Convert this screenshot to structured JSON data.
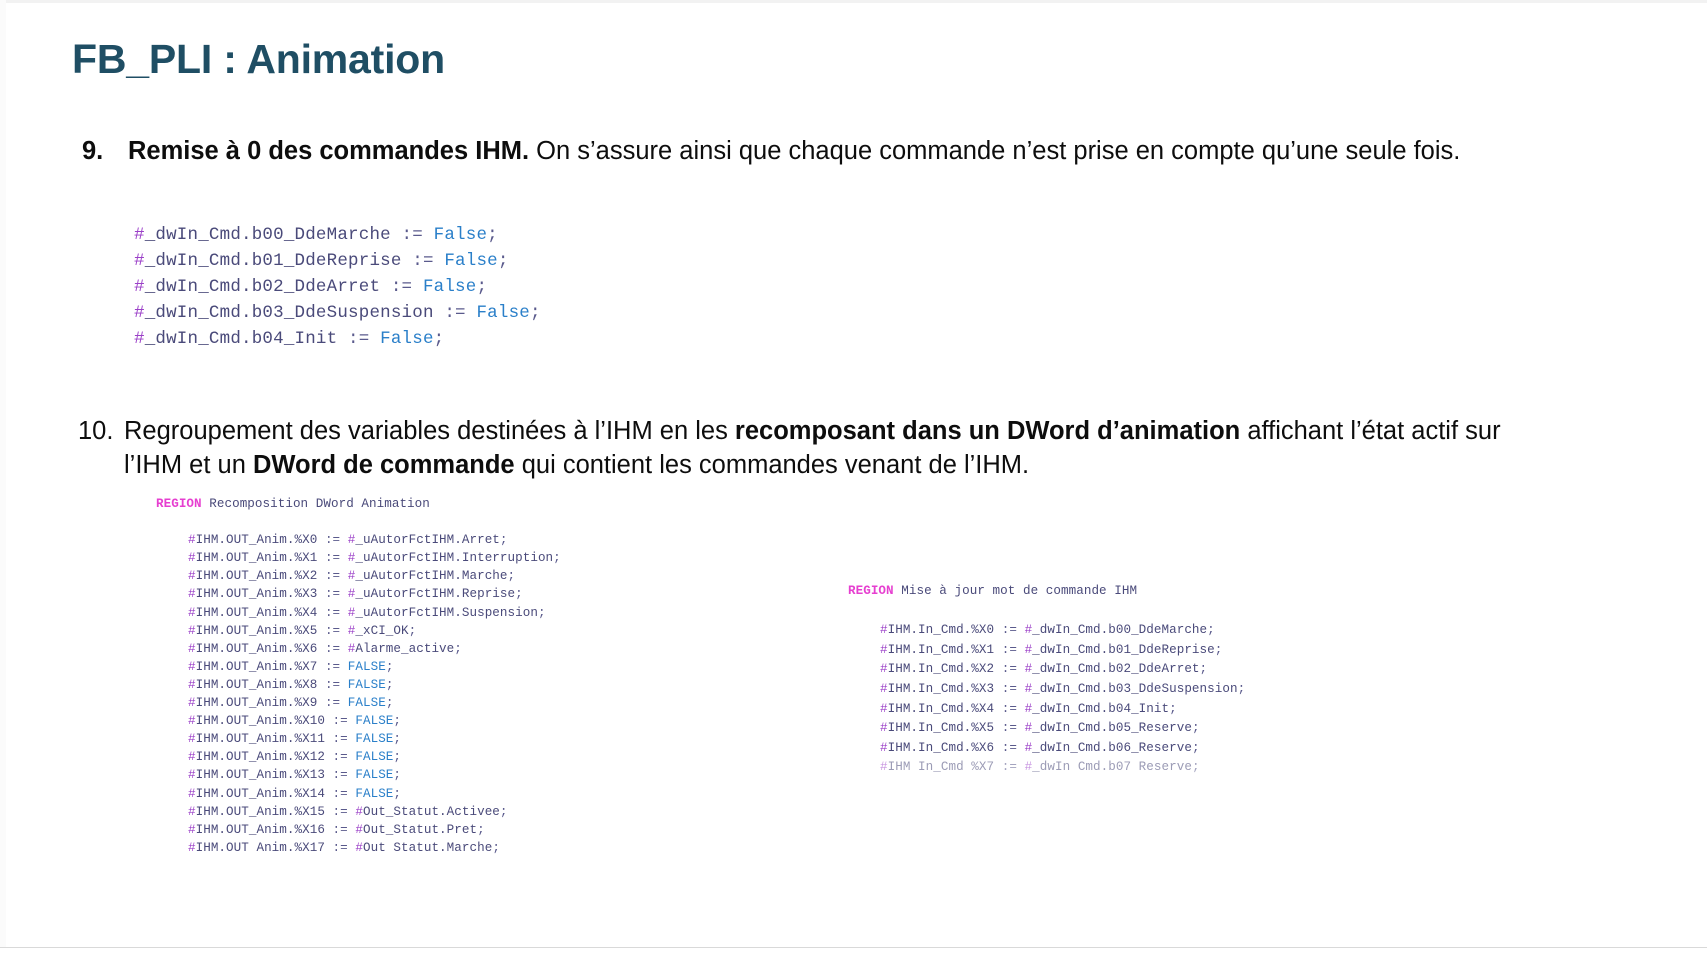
{
  "slide": {
    "title": "FB_PLI : Animation"
  },
  "items": [
    {
      "number": "9.",
      "bold_lead": "Remise à 0 des commandes IHM.",
      "rest": " On s’assure ainsi que chaque commande n’est prise en compte qu’une seule fois."
    },
    {
      "number": "10.",
      "part1": "Regroupement des variables destinées à l’IHM en les ",
      "bold1": "recomposant dans un DWord d’animation",
      "part2": " affichant l’état actif sur l’IHM et un ",
      "bold2": "DWord de commande",
      "part3": " qui contient les commandes venant de l’IHM."
    }
  ],
  "code_reset": {
    "name": "remise-a-zero-code",
    "lines": [
      [
        {
          "t": "hash",
          "s": "#"
        },
        {
          "t": "var",
          "s": "_dwIn_Cmd.b00_DdeMarche "
        },
        {
          "t": "op",
          "s": ":= "
        },
        {
          "t": "bool",
          "s": "False"
        },
        {
          "t": "op",
          "s": ";"
        }
      ],
      [
        {
          "t": "hash",
          "s": "#"
        },
        {
          "t": "var",
          "s": "_dwIn_Cmd.b01_DdeReprise "
        },
        {
          "t": "op",
          "s": ":= "
        },
        {
          "t": "bool",
          "s": "False"
        },
        {
          "t": "op",
          "s": ";"
        }
      ],
      [
        {
          "t": "hash",
          "s": "#"
        },
        {
          "t": "var",
          "s": "_dwIn_Cmd.b02_DdeArret "
        },
        {
          "t": "op",
          "s": ":= "
        },
        {
          "t": "bool",
          "s": "False"
        },
        {
          "t": "op",
          "s": ";"
        }
      ],
      [
        {
          "t": "hash",
          "s": "#"
        },
        {
          "t": "var",
          "s": "_dwIn_Cmd.b03_DdeSuspension "
        },
        {
          "t": "op",
          "s": ":= "
        },
        {
          "t": "bool",
          "s": "False"
        },
        {
          "t": "op",
          "s": ";"
        }
      ],
      [
        {
          "t": "hash",
          "s": "#"
        },
        {
          "t": "var",
          "s": "_dwIn_Cmd.b04_Init "
        },
        {
          "t": "op",
          "s": ":= "
        },
        {
          "t": "bool",
          "s": "False"
        },
        {
          "t": "op",
          "s": ";"
        }
      ]
    ]
  },
  "code_anim": {
    "name": "recomposition-dword-animation-code",
    "region_keyword": "REGION",
    "region_label": " Recomposition DWord Animation",
    "lines": [
      [
        {
          "t": "hash",
          "s": "#"
        },
        {
          "t": "var",
          "s": "IHM.OUT_Anim.%X0 "
        },
        {
          "t": "op",
          "s": ":= "
        },
        {
          "t": "hash",
          "s": "#"
        },
        {
          "t": "var",
          "s": "_uAutorFctIHM.Arret"
        },
        {
          "t": "op",
          "s": ";"
        }
      ],
      [
        {
          "t": "hash",
          "s": "#"
        },
        {
          "t": "var",
          "s": "IHM.OUT_Anim.%X1 "
        },
        {
          "t": "op",
          "s": ":= "
        },
        {
          "t": "hash",
          "s": "#"
        },
        {
          "t": "var",
          "s": "_uAutorFctIHM.Interruption"
        },
        {
          "t": "op",
          "s": ";"
        }
      ],
      [
        {
          "t": "hash",
          "s": "#"
        },
        {
          "t": "var",
          "s": "IHM.OUT_Anim.%X2 "
        },
        {
          "t": "op",
          "s": ":= "
        },
        {
          "t": "hash",
          "s": "#"
        },
        {
          "t": "var",
          "s": "_uAutorFctIHM.Marche"
        },
        {
          "t": "op",
          "s": ";"
        }
      ],
      [
        {
          "t": "hash",
          "s": "#"
        },
        {
          "t": "var",
          "s": "IHM.OUT_Anim.%X3 "
        },
        {
          "t": "op",
          "s": ":= "
        },
        {
          "t": "hash",
          "s": "#"
        },
        {
          "t": "var",
          "s": "_uAutorFctIHM.Reprise"
        },
        {
          "t": "op",
          "s": ";"
        }
      ],
      [
        {
          "t": "hash",
          "s": "#"
        },
        {
          "t": "var",
          "s": "IHM.OUT_Anim.%X4 "
        },
        {
          "t": "op",
          "s": ":= "
        },
        {
          "t": "hash",
          "s": "#"
        },
        {
          "t": "var",
          "s": "_uAutorFctIHM.Suspension"
        },
        {
          "t": "op",
          "s": ";"
        }
      ],
      [
        {
          "t": "hash",
          "s": "#"
        },
        {
          "t": "var",
          "s": "IHM.OUT_Anim.%X5 "
        },
        {
          "t": "op",
          "s": ":= "
        },
        {
          "t": "hash",
          "s": "#"
        },
        {
          "t": "var",
          "s": "_xCI_OK"
        },
        {
          "t": "op",
          "s": ";"
        }
      ],
      [
        {
          "t": "hash",
          "s": "#"
        },
        {
          "t": "var",
          "s": "IHM.OUT_Anim.%X6 "
        },
        {
          "t": "op",
          "s": ":= "
        },
        {
          "t": "hash",
          "s": "#"
        },
        {
          "t": "var",
          "s": "Alarme_active"
        },
        {
          "t": "op",
          "s": ";"
        }
      ],
      [
        {
          "t": "hash",
          "s": "#"
        },
        {
          "t": "var",
          "s": "IHM.OUT_Anim.%X7 "
        },
        {
          "t": "op",
          "s": ":= "
        },
        {
          "t": "bool",
          "s": "FALSE"
        },
        {
          "t": "op",
          "s": ";"
        }
      ],
      [
        {
          "t": "hash",
          "s": "#"
        },
        {
          "t": "var",
          "s": "IHM.OUT_Anim.%X8 "
        },
        {
          "t": "op",
          "s": ":= "
        },
        {
          "t": "bool",
          "s": "FALSE"
        },
        {
          "t": "op",
          "s": ";"
        }
      ],
      [
        {
          "t": "hash",
          "s": "#"
        },
        {
          "t": "var",
          "s": "IHM.OUT_Anim.%X9 "
        },
        {
          "t": "op",
          "s": ":= "
        },
        {
          "t": "bool",
          "s": "FALSE"
        },
        {
          "t": "op",
          "s": ";"
        }
      ],
      [
        {
          "t": "hash",
          "s": "#"
        },
        {
          "t": "var",
          "s": "IHM.OUT_Anim.%X10 "
        },
        {
          "t": "op",
          "s": ":= "
        },
        {
          "t": "bool",
          "s": "FALSE"
        },
        {
          "t": "op",
          "s": ";"
        }
      ],
      [
        {
          "t": "hash",
          "s": "#"
        },
        {
          "t": "var",
          "s": "IHM.OUT_Anim.%X11 "
        },
        {
          "t": "op",
          "s": ":= "
        },
        {
          "t": "bool",
          "s": "FALSE"
        },
        {
          "t": "op",
          "s": ";"
        }
      ],
      [
        {
          "t": "hash",
          "s": "#"
        },
        {
          "t": "var",
          "s": "IHM.OUT_Anim.%X12 "
        },
        {
          "t": "op",
          "s": ":= "
        },
        {
          "t": "bool",
          "s": "FALSE"
        },
        {
          "t": "op",
          "s": ";"
        }
      ],
      [
        {
          "t": "hash",
          "s": "#"
        },
        {
          "t": "var",
          "s": "IHM.OUT_Anim.%X13 "
        },
        {
          "t": "op",
          "s": ":= "
        },
        {
          "t": "bool",
          "s": "FALSE"
        },
        {
          "t": "op",
          "s": ";"
        }
      ],
      [
        {
          "t": "hash",
          "s": "#"
        },
        {
          "t": "var",
          "s": "IHM.OUT_Anim.%X14 "
        },
        {
          "t": "op",
          "s": ":= "
        },
        {
          "t": "bool",
          "s": "FALSE"
        },
        {
          "t": "op",
          "s": ";"
        }
      ],
      [
        {
          "t": "hash",
          "s": "#"
        },
        {
          "t": "var",
          "s": "IHM.OUT_Anim.%X15 "
        },
        {
          "t": "op",
          "s": ":= "
        },
        {
          "t": "hash",
          "s": "#"
        },
        {
          "t": "var",
          "s": "Out_Statut.Activee"
        },
        {
          "t": "op",
          "s": ";"
        }
      ],
      [
        {
          "t": "hash",
          "s": "#"
        },
        {
          "t": "var",
          "s": "IHM.OUT_Anim.%X16 "
        },
        {
          "t": "op",
          "s": ":= "
        },
        {
          "t": "hash",
          "s": "#"
        },
        {
          "t": "var",
          "s": "Out_Statut.Pret"
        },
        {
          "t": "op",
          "s": ";"
        }
      ],
      [
        {
          "t": "hash",
          "s": "#"
        },
        {
          "t": "var",
          "s": "IHM.OUT Anim.%X17 "
        },
        {
          "t": "op",
          "s": ":= "
        },
        {
          "t": "hash",
          "s": "#"
        },
        {
          "t": "var",
          "s": "Out Statut.Marche"
        },
        {
          "t": "op",
          "s": ";"
        }
      ]
    ]
  },
  "code_cmd": {
    "name": "mise-a-jour-mot-commande-code",
    "region_keyword": "REGION",
    "region_label": " Mise à jour mot de commande IHM",
    "lines": [
      [
        {
          "t": "hash",
          "s": "#"
        },
        {
          "t": "var",
          "s": "IHM.In_Cmd.%X0 "
        },
        {
          "t": "op",
          "s": ":= "
        },
        {
          "t": "hash",
          "s": "#"
        },
        {
          "t": "var",
          "s": "_dwIn_Cmd.b00_DdeMarche"
        },
        {
          "t": "op",
          "s": ";"
        }
      ],
      [
        {
          "t": "hash",
          "s": "#"
        },
        {
          "t": "var",
          "s": "IHM.In_Cmd.%X1 "
        },
        {
          "t": "op",
          "s": ":= "
        },
        {
          "t": "hash",
          "s": "#"
        },
        {
          "t": "var",
          "s": "_dwIn_Cmd.b01_DdeReprise"
        },
        {
          "t": "op",
          "s": ";"
        }
      ],
      [
        {
          "t": "hash",
          "s": "#"
        },
        {
          "t": "var",
          "s": "IHM.In_Cmd.%X2 "
        },
        {
          "t": "op",
          "s": ":= "
        },
        {
          "t": "hash",
          "s": "#"
        },
        {
          "t": "var",
          "s": "_dwIn_Cmd.b02_DdeArret"
        },
        {
          "t": "op",
          "s": ";"
        }
      ],
      [
        {
          "t": "hash",
          "s": "#"
        },
        {
          "t": "var",
          "s": "IHM.In_Cmd.%X3 "
        },
        {
          "t": "op",
          "s": ":= "
        },
        {
          "t": "hash",
          "s": "#"
        },
        {
          "t": "var",
          "s": "_dwIn_Cmd.b03_DdeSuspension"
        },
        {
          "t": "op",
          "s": ";"
        }
      ],
      [
        {
          "t": "hash",
          "s": "#"
        },
        {
          "t": "var",
          "s": "IHM.In_Cmd.%X4 "
        },
        {
          "t": "op",
          "s": ":= "
        },
        {
          "t": "hash",
          "s": "#"
        },
        {
          "t": "var",
          "s": "_dwIn_Cmd.b04_Init"
        },
        {
          "t": "op",
          "s": ";"
        }
      ],
      [
        {
          "t": "hash",
          "s": "#"
        },
        {
          "t": "var",
          "s": "IHM.In_Cmd.%X5 "
        },
        {
          "t": "op",
          "s": ":= "
        },
        {
          "t": "hash",
          "s": "#"
        },
        {
          "t": "var",
          "s": "_dwIn_Cmd.b05_Reserve"
        },
        {
          "t": "op",
          "s": ";"
        }
      ],
      [
        {
          "t": "hash",
          "s": "#"
        },
        {
          "t": "var",
          "s": "IHM.In_Cmd.%X6 "
        },
        {
          "t": "op",
          "s": ":= "
        },
        {
          "t": "hash",
          "s": "#"
        },
        {
          "t": "var",
          "s": "_dwIn_Cmd.b06_Reserve"
        },
        {
          "t": "op",
          "s": ";"
        }
      ],
      [
        {
          "t": "hash",
          "s": "#"
        },
        {
          "t": "var",
          "s": "IHM In_Cmd %X7 "
        },
        {
          "t": "op",
          "s": ":= "
        },
        {
          "t": "hash",
          "s": "#"
        },
        {
          "t": "var",
          "s": "_dwIn Cmd.b07 Reserve"
        },
        {
          "t": "op",
          "s": ";"
        }
      ]
    ]
  }
}
